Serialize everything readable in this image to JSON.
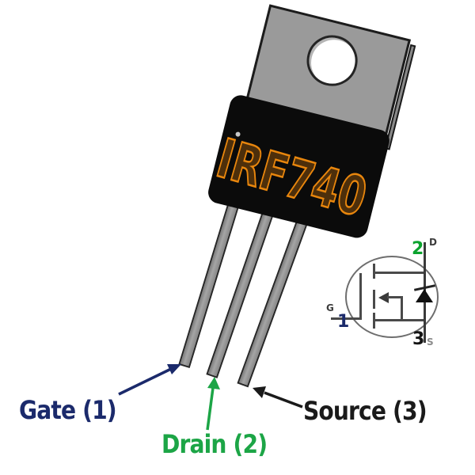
{
  "component": {
    "marking": "IRF740",
    "marking_color": "#e8860d",
    "body_color": "#0b0b0b",
    "tab_color": "#9a9a9a",
    "leg_color": "#8f8f8f"
  },
  "pin_labels": [
    {
      "label": "Gate (1)",
      "color": "#1b2a6b"
    },
    {
      "label": "Drain (2)",
      "color": "#1ca546"
    },
    {
      "label": "Source (3)",
      "color": "#1a1a1a"
    }
  ],
  "symbol": {
    "kind": "n-channel-mosfet-with-body-diode",
    "gate_letter": "G",
    "gate_pin": "1",
    "drain_pin": "2",
    "drain_letter": "D",
    "source_pin": "3",
    "source_letter": "S",
    "gate_pin_color": "#1b2a6b",
    "drain_pin_color": "#0ca32e",
    "source_pin_color": "#141414",
    "line_color": "#4a4a4a"
  }
}
